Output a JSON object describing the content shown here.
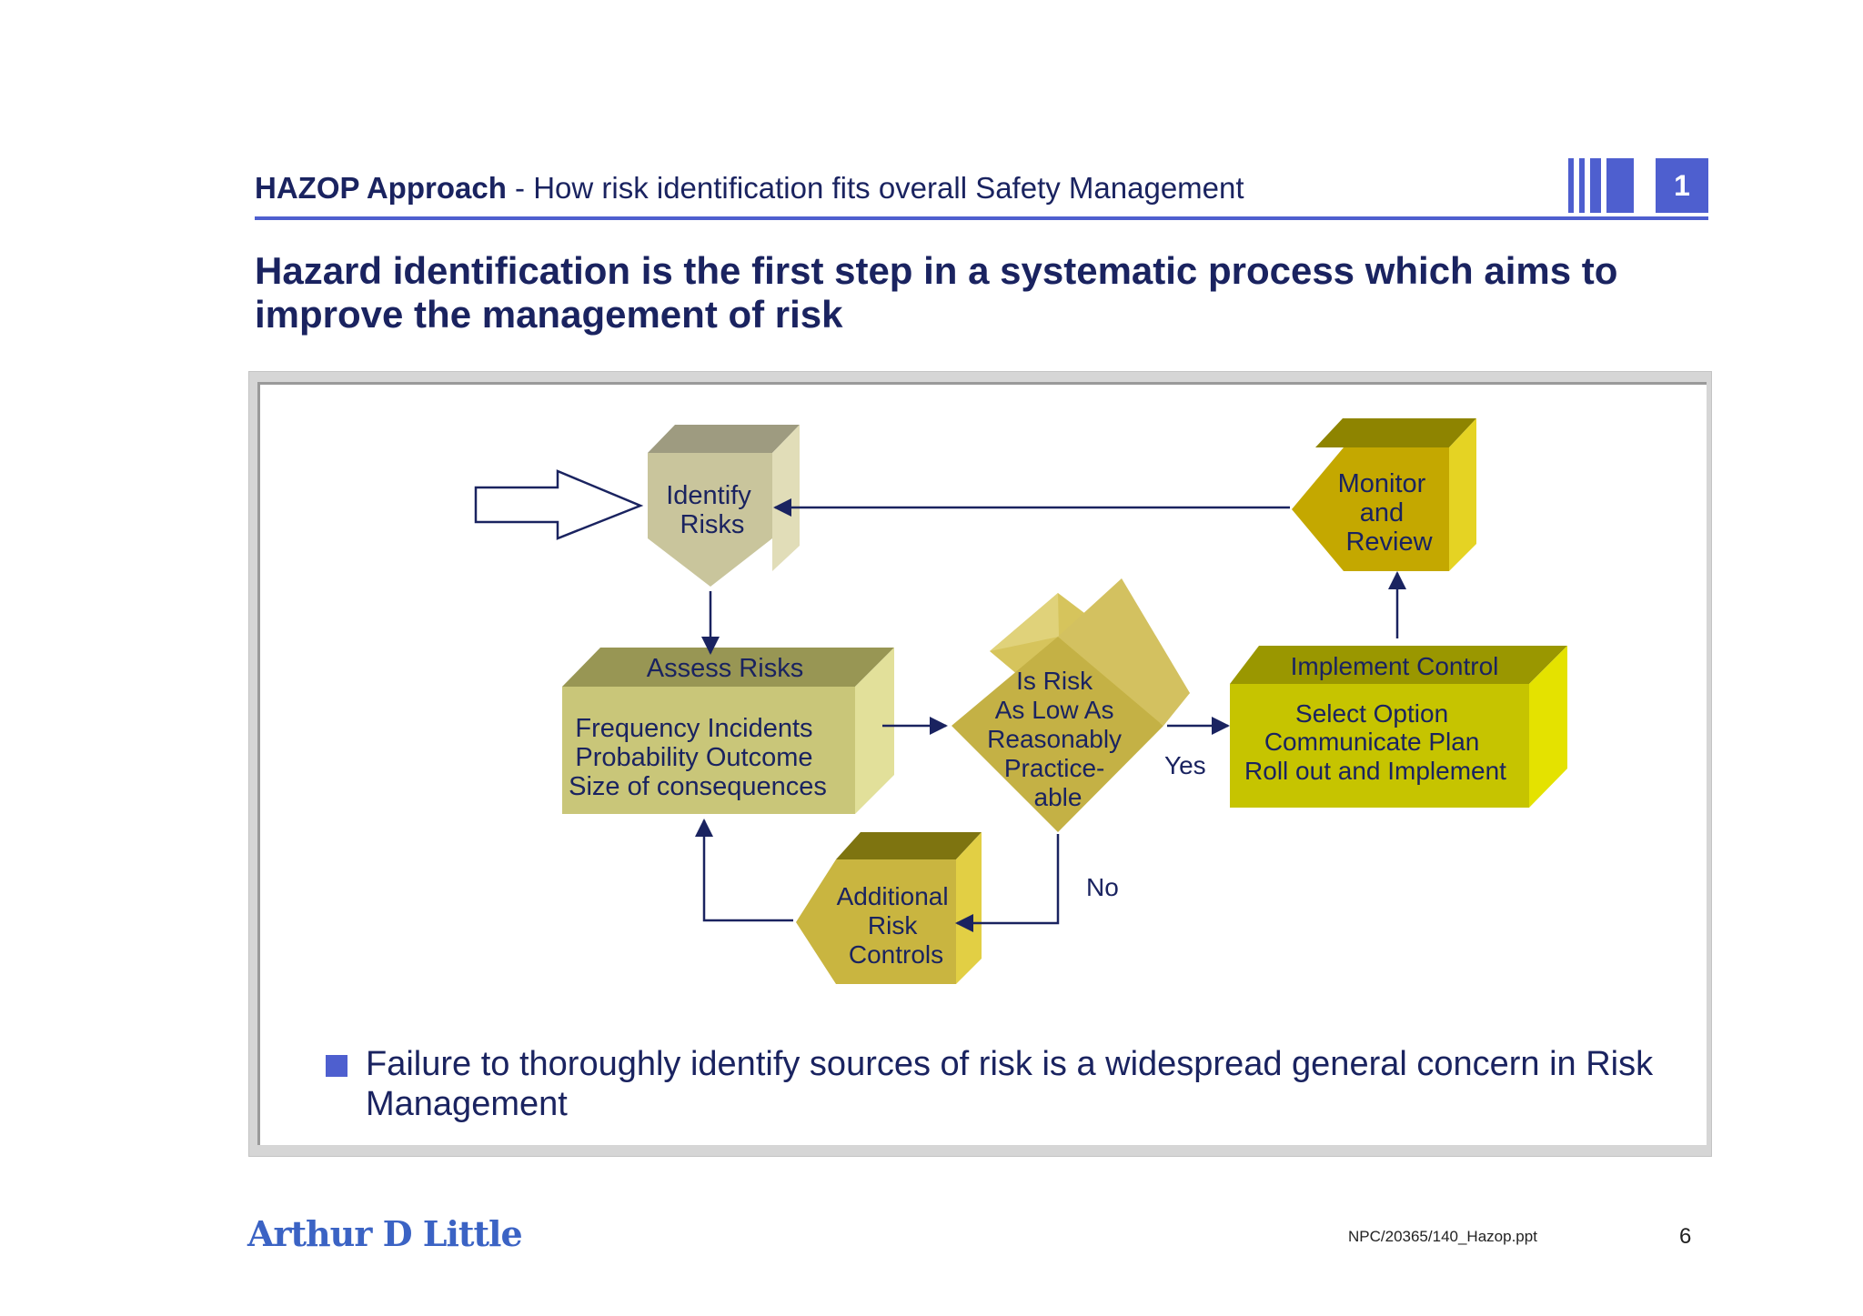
{
  "header": {
    "bold_text": "HAZOP Approach",
    "separator": " - ",
    "text": "How risk identification fits overall Safety Management",
    "section_number": "1"
  },
  "title": "Hazard identification is the first step in a systematic process which aims to improve the management of risk",
  "diagram": {
    "identify": [
      "Identify",
      "Risks"
    ],
    "assess": {
      "title": "Assess Risks",
      "lines": [
        "Frequency Incidents",
        "Probability Outcome",
        "Size of consequences"
      ]
    },
    "decision": [
      "Is Risk",
      "As Low As",
      "Reasonably",
      "Practice-",
      "able"
    ],
    "implement": {
      "title": "Implement  Control",
      "lines": [
        "Select Option",
        "Communicate Plan",
        "Roll out and Implement"
      ]
    },
    "monitor": [
      "Monitor",
      "and",
      "Review"
    ],
    "additional": [
      "Additional",
      "Risk",
      "Controls"
    ],
    "yes_label": "Yes",
    "no_label": "No"
  },
  "bullet": "Failure to thoroughly identify sources of risk is a widespread general concern in Risk Management",
  "footer": {
    "logo": "Arthur D Little",
    "reference": "NPC/20365/140_Hazop.ppt",
    "page": "6"
  },
  "colors": {
    "navy": "#1a2360",
    "accent_blue": "#4e5fcf",
    "identify_face": "#c9c59c",
    "assess_face": "#c9c679",
    "decision_face": "#c4b145",
    "implement_face": "#c6c400",
    "monitor_face": "#c4a800",
    "additional_face": "#c9b540"
  }
}
